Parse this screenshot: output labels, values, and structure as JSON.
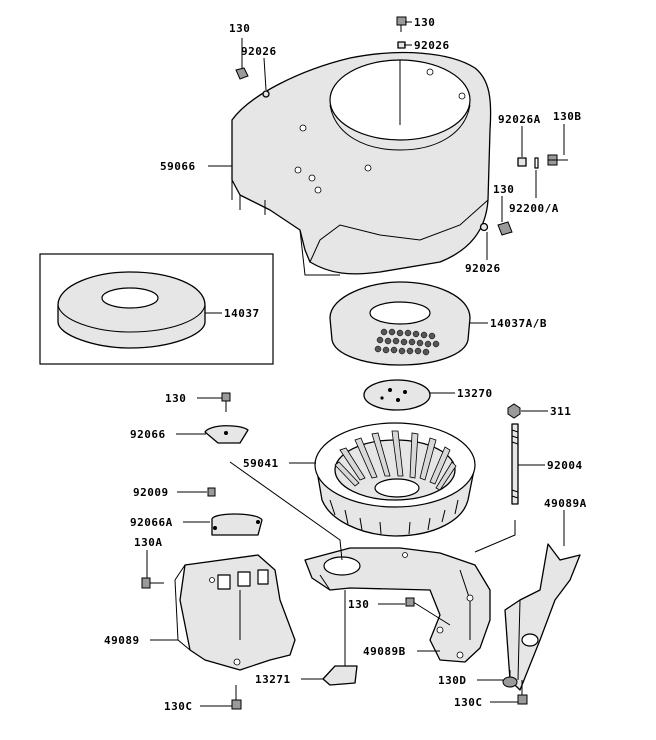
{
  "labels": {
    "l130_top_left": "130",
    "l92026_top_left": "92026",
    "l130_top": "130",
    "l92026_top": "92026",
    "l92026A": "92026A",
    "l130B": "130B",
    "l59066": "59066",
    "l130_right": "130",
    "l92200A": "92200/A",
    "l92026_right": "92026",
    "l14037": "14037",
    "l14037AB": "14037A/B",
    "l13270": "13270",
    "l130_mid": "130",
    "l311": "311",
    "l92066": "92066",
    "l59041": "59041",
    "l92004": "92004",
    "l92009": "92009",
    "l49089A": "49089A",
    "l92066A": "92066A",
    "l130A": "130A",
    "l130_low": "130",
    "l49089": "49089",
    "l49089B": "49089B",
    "l13271": "13271",
    "l130D": "130D",
    "l130C_left": "130C",
    "l130C_right": "130C"
  },
  "colors": {
    "line": "#000000",
    "part_fill": "#e6e6e6",
    "background": "#ffffff"
  }
}
